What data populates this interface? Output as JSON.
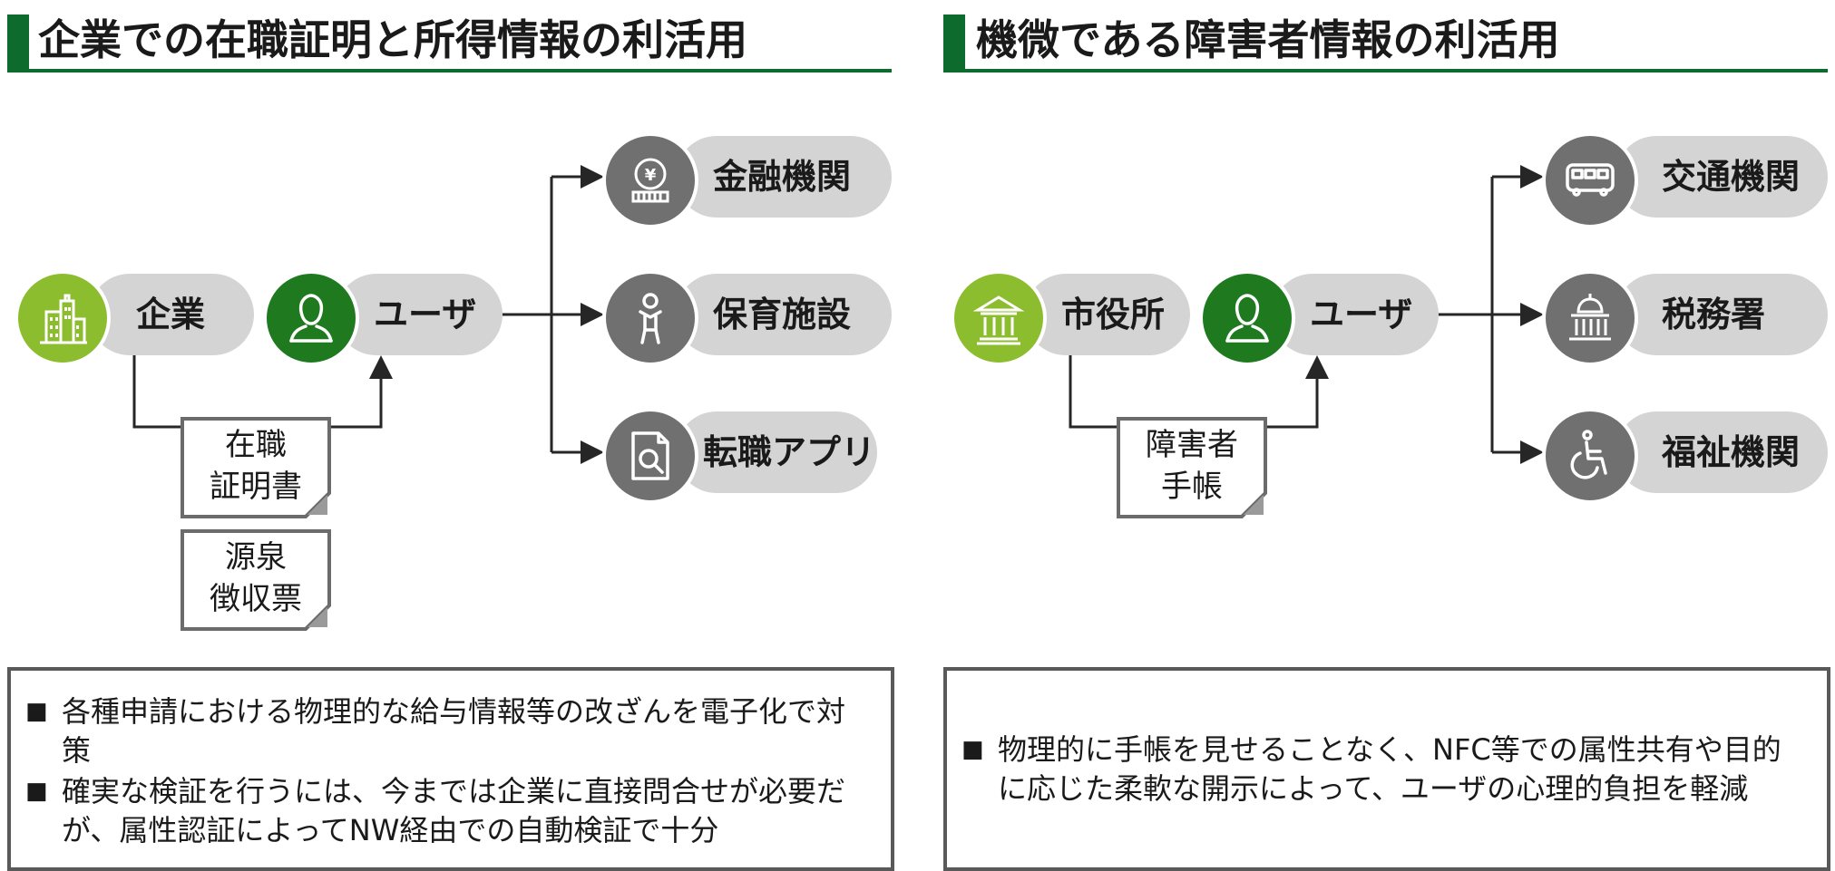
{
  "colors": {
    "accent_green": "#0e6b2e",
    "node_green_light": "#8cbd2e",
    "node_green_dark": "#1f7a1f",
    "node_gray": "#707070",
    "pill_gray": "#d4d4d4",
    "line": "#262626"
  },
  "left": {
    "title": "企業での在職証明と所得情報の利活用",
    "source": {
      "label": "企業",
      "icon": "office-building-icon"
    },
    "user": {
      "label": "ユーザ",
      "icon": "user-icon"
    },
    "documents": [
      "在職\n証明書",
      "源泉\n徴収票"
    ],
    "targets": [
      {
        "label": "金融機関",
        "icon": "yen-coin-icon"
      },
      {
        "label": "保育施設",
        "icon": "child-icon"
      },
      {
        "label": "転職アプリ",
        "icon": "document-search-icon"
      }
    ],
    "notes": [
      "各種申請における物理的な給与情報等の改ざんを電子化で対策",
      "確実な検証を行うには、今までは企業に直接問合せが必要だが、属性認証によってNW経由での自動検証で十分"
    ]
  },
  "right": {
    "title": "機微である障害者情報の利活用",
    "source": {
      "label": "市役所",
      "icon": "city-hall-icon"
    },
    "user": {
      "label": "ユーザ",
      "icon": "user-icon"
    },
    "documents": [
      "障害者\n手帳"
    ],
    "targets": [
      {
        "label": "交通機関",
        "icon": "bus-icon"
      },
      {
        "label": "税務署",
        "icon": "government-building-icon"
      },
      {
        "label": "福祉機関",
        "icon": "wheelchair-icon"
      }
    ],
    "notes": [
      "物理的に手帳を見せることなく、NFC等での属性共有や目的に応じた柔軟な開示によって、ユーザの心理的負担を軽減"
    ]
  },
  "bullet": "■"
}
